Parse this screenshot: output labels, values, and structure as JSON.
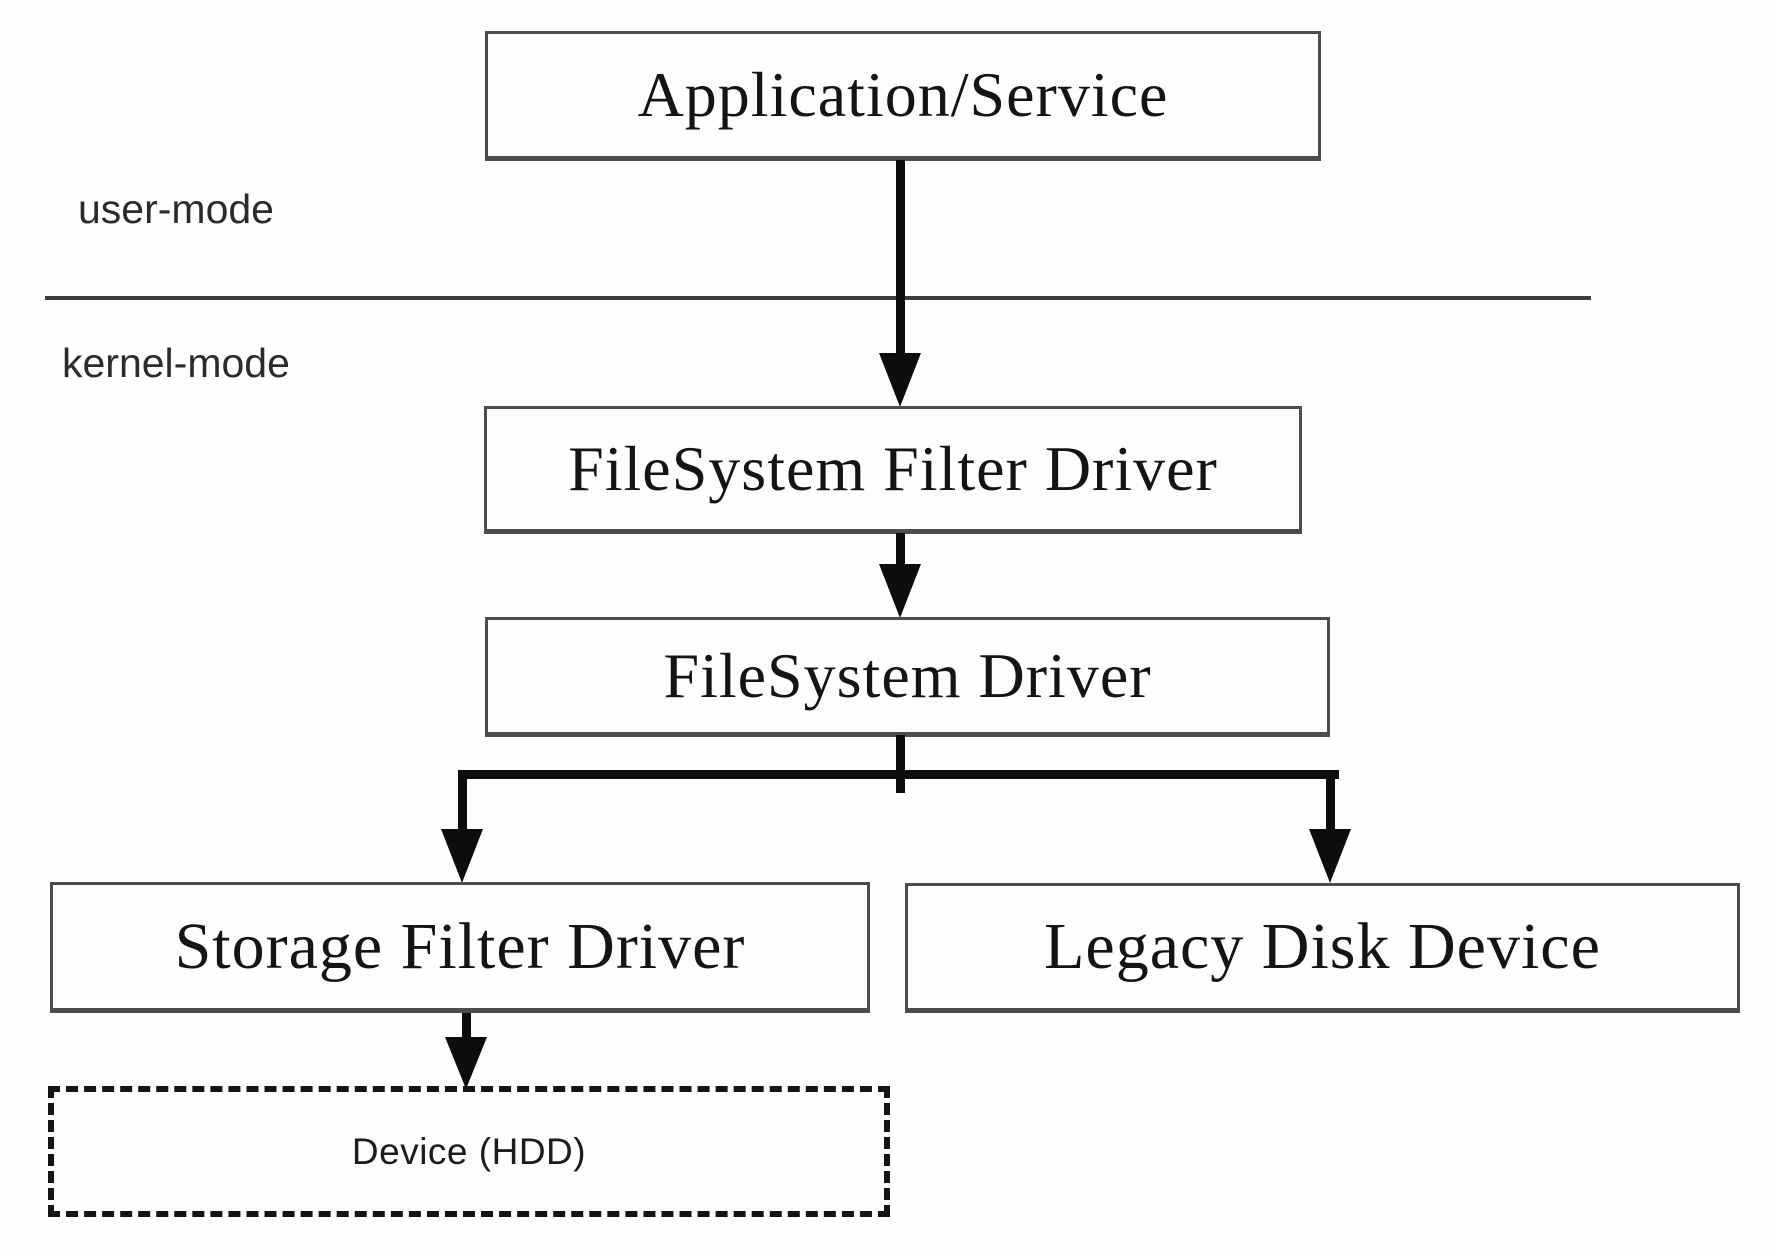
{
  "diagram": {
    "regions": {
      "user_mode": "user-mode",
      "kernel_mode": "kernel-mode"
    },
    "nodes": {
      "application": {
        "label": "Application/Service"
      },
      "fs_filter_driver": {
        "label": "FileSystem Filter Driver"
      },
      "fs_driver": {
        "label": "FileSystem Driver"
      },
      "storage_filter_driver": {
        "label": "Storage Filter Driver"
      },
      "legacy_disk_device": {
        "label": "Legacy Disk Device"
      },
      "device_hdd": {
        "label": "Device (HDD)"
      }
    },
    "edges": [
      {
        "from": "application",
        "to": "fs_filter_driver"
      },
      {
        "from": "fs_filter_driver",
        "to": "fs_driver"
      },
      {
        "from": "fs_driver",
        "to": "storage_filter_driver"
      },
      {
        "from": "fs_driver",
        "to": "legacy_disk_device"
      },
      {
        "from": "storage_filter_driver",
        "to": "device_hdd"
      }
    ],
    "colors": {
      "background": "#fefefe",
      "node_border": "#4d4d4d",
      "node_fill": "#fdfdfd",
      "text": "#141414",
      "arrow": "#0d0d0d",
      "divider": "#3d3d3d"
    }
  }
}
